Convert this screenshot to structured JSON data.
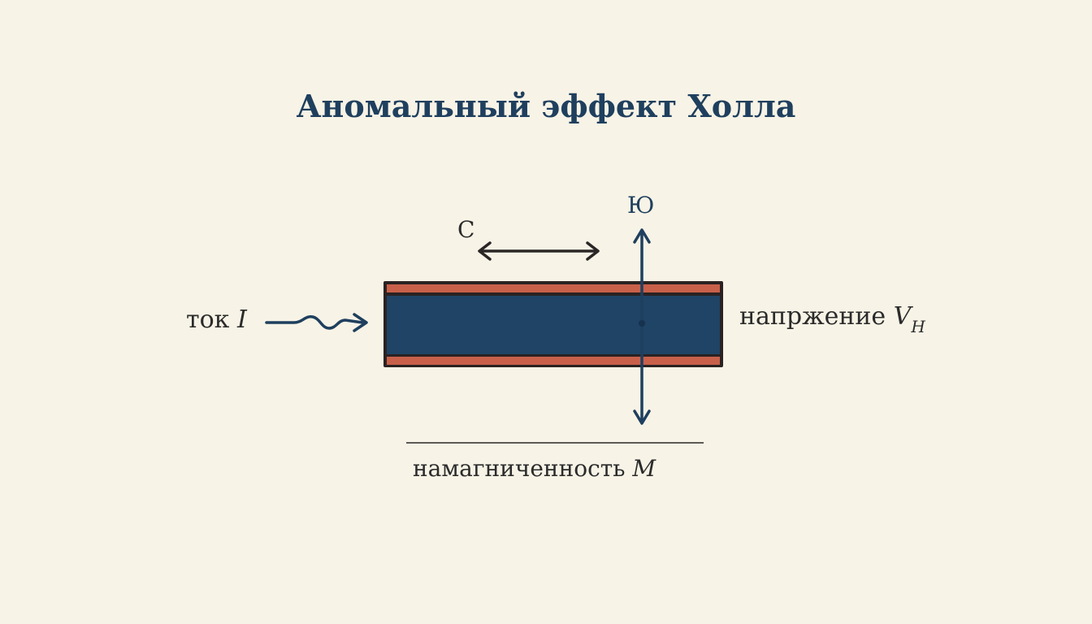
{
  "title": "Аномальный эффект Холла",
  "labels": {
    "current_text": "ток",
    "current_symbol": "I",
    "voltage_text": "напржение",
    "voltage_symbol": "V",
    "voltage_subscript": "H",
    "magnetization_text": "намагниченность",
    "magnetization_symbol": "M",
    "horizontal_axis_label": "С",
    "vertical_axis_label": "Ю"
  },
  "colors": {
    "background": "#f7f3e6",
    "title": "#1f3f5e",
    "slab_body": "#1f4466",
    "slab_stripes": "#c8604a",
    "outline": "#2a2222",
    "arrow_blue": "#1f3f5e",
    "arrow_dark": "#2a2626"
  }
}
